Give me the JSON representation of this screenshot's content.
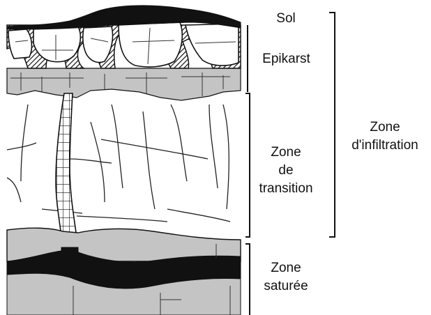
{
  "labels": {
    "sol": "Sol",
    "epikarst": "Epikarst",
    "transition": [
      "Zone",
      "de",
      "transition"
    ],
    "saturee": [
      "Zone",
      "saturée"
    ],
    "infiltration": [
      "Zone",
      "d'infiltration"
    ]
  },
  "colors": {
    "outline": "#111111",
    "grey_band": "#c2c2c2",
    "saturated_band": "#111111",
    "background": "#ffffff"
  }
}
